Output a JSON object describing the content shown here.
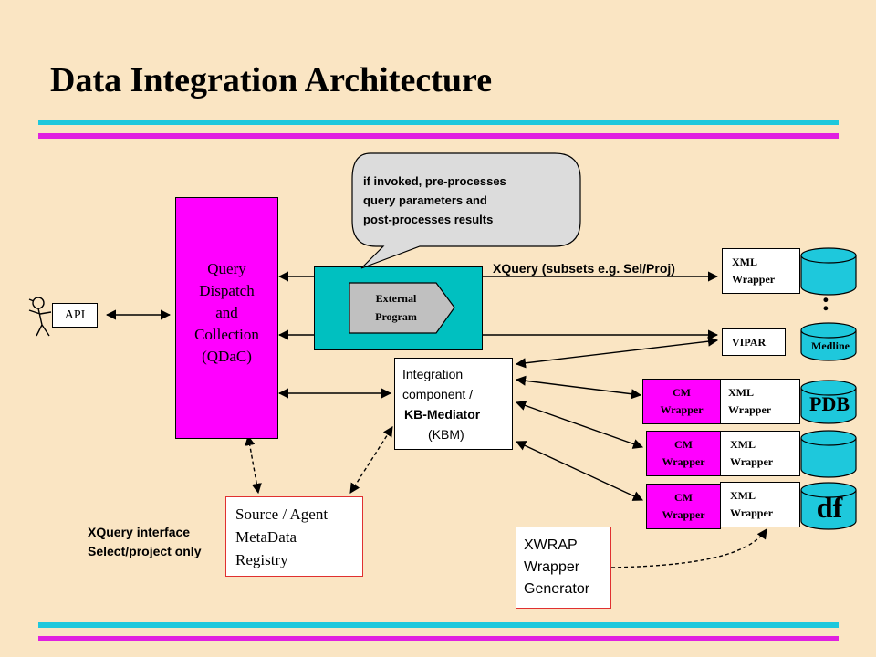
{
  "slide": {
    "title": "Data Integration Architecture"
  },
  "user": {
    "api_label": "API"
  },
  "qdac": {
    "lines": [
      "Query",
      "Dispatch",
      "and",
      "Collection",
      "(QDaC)"
    ]
  },
  "callout": {
    "lines": [
      "if invoked, pre-processes",
      "query parameters and",
      "post-processes results"
    ]
  },
  "external_program": {
    "lines": [
      "External",
      "Program"
    ]
  },
  "xquery_label": "XQuery (subsets e.g. Sel/Proj)",
  "integration": {
    "line1": "Integration",
    "line2": "component /",
    "line3": "KB-Mediator",
    "line4": "(KBM)"
  },
  "registry": {
    "lines": [
      "Source / Agent",
      "MetaData",
      "Registry"
    ]
  },
  "xquery_interface": {
    "lines": [
      "XQuery interface",
      "Select/project only"
    ]
  },
  "xwrap": {
    "lines": [
      "XWRAP",
      "Wrapper",
      "Generator"
    ]
  },
  "wrappers": {
    "xml_top": [
      "XML",
      "Wrapper"
    ],
    "vipar": "VIPAR",
    "cm": [
      "CM",
      "Wrapper"
    ],
    "xml": [
      "XML",
      "Wrapper"
    ]
  },
  "databases": {
    "ellipsis": ":",
    "medline": "Medline",
    "pdb": "PDB",
    "df": "df"
  },
  "colors": {
    "background": "#fae5c3",
    "magenta": "#ff00ff",
    "teal": "#00c0c0",
    "cyan_band": "#1ec8dc",
    "magenta_band": "#e020e0",
    "cylinder": "#1ec8dc",
    "red_border": "#e03030"
  }
}
